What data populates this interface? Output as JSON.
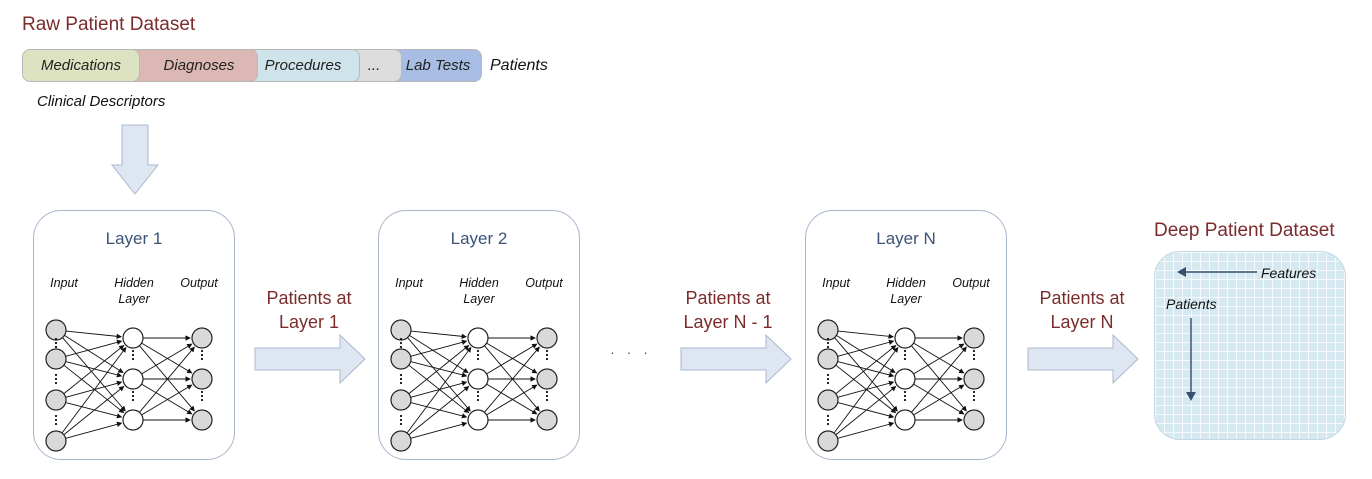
{
  "raw_dataset": {
    "title": "Raw Patient Dataset",
    "descriptors": [
      "Medications",
      "Diagnoses",
      "Procedures",
      "...",
      "Lab Tests"
    ],
    "patients_label": "Patients",
    "clinical_label": "Clinical Descriptors"
  },
  "layers": [
    {
      "title": "Layer 1",
      "input": "Input",
      "hidden": "Hidden Layer",
      "output": "Output"
    },
    {
      "title": "Layer 2",
      "input": "Input",
      "hidden": "Hidden Layer",
      "output": "Output"
    },
    {
      "title": "Layer N",
      "input": "Input",
      "hidden": "Hidden Layer",
      "output": "Output"
    }
  ],
  "transitions": [
    {
      "line1": "Patients at",
      "line2": "Layer 1"
    },
    {
      "line1": "Patients at",
      "line2": "Layer N - 1"
    },
    {
      "line1": "Patients at",
      "line2": "Layer N"
    }
  ],
  "ellipsis": "· · ·",
  "deep_dataset": {
    "title": "Deep Patient Dataset",
    "features_label": "Features",
    "patients_label": "Patients"
  },
  "colors": {
    "title_red": "#7b2c2c",
    "layer_blue": "#3d5277",
    "arrow_fill": "#dde6f1",
    "arrow_stroke": "#aab9cf",
    "node_gray": "#d9d9d9",
    "grid_blue": "#d6e9f1"
  }
}
